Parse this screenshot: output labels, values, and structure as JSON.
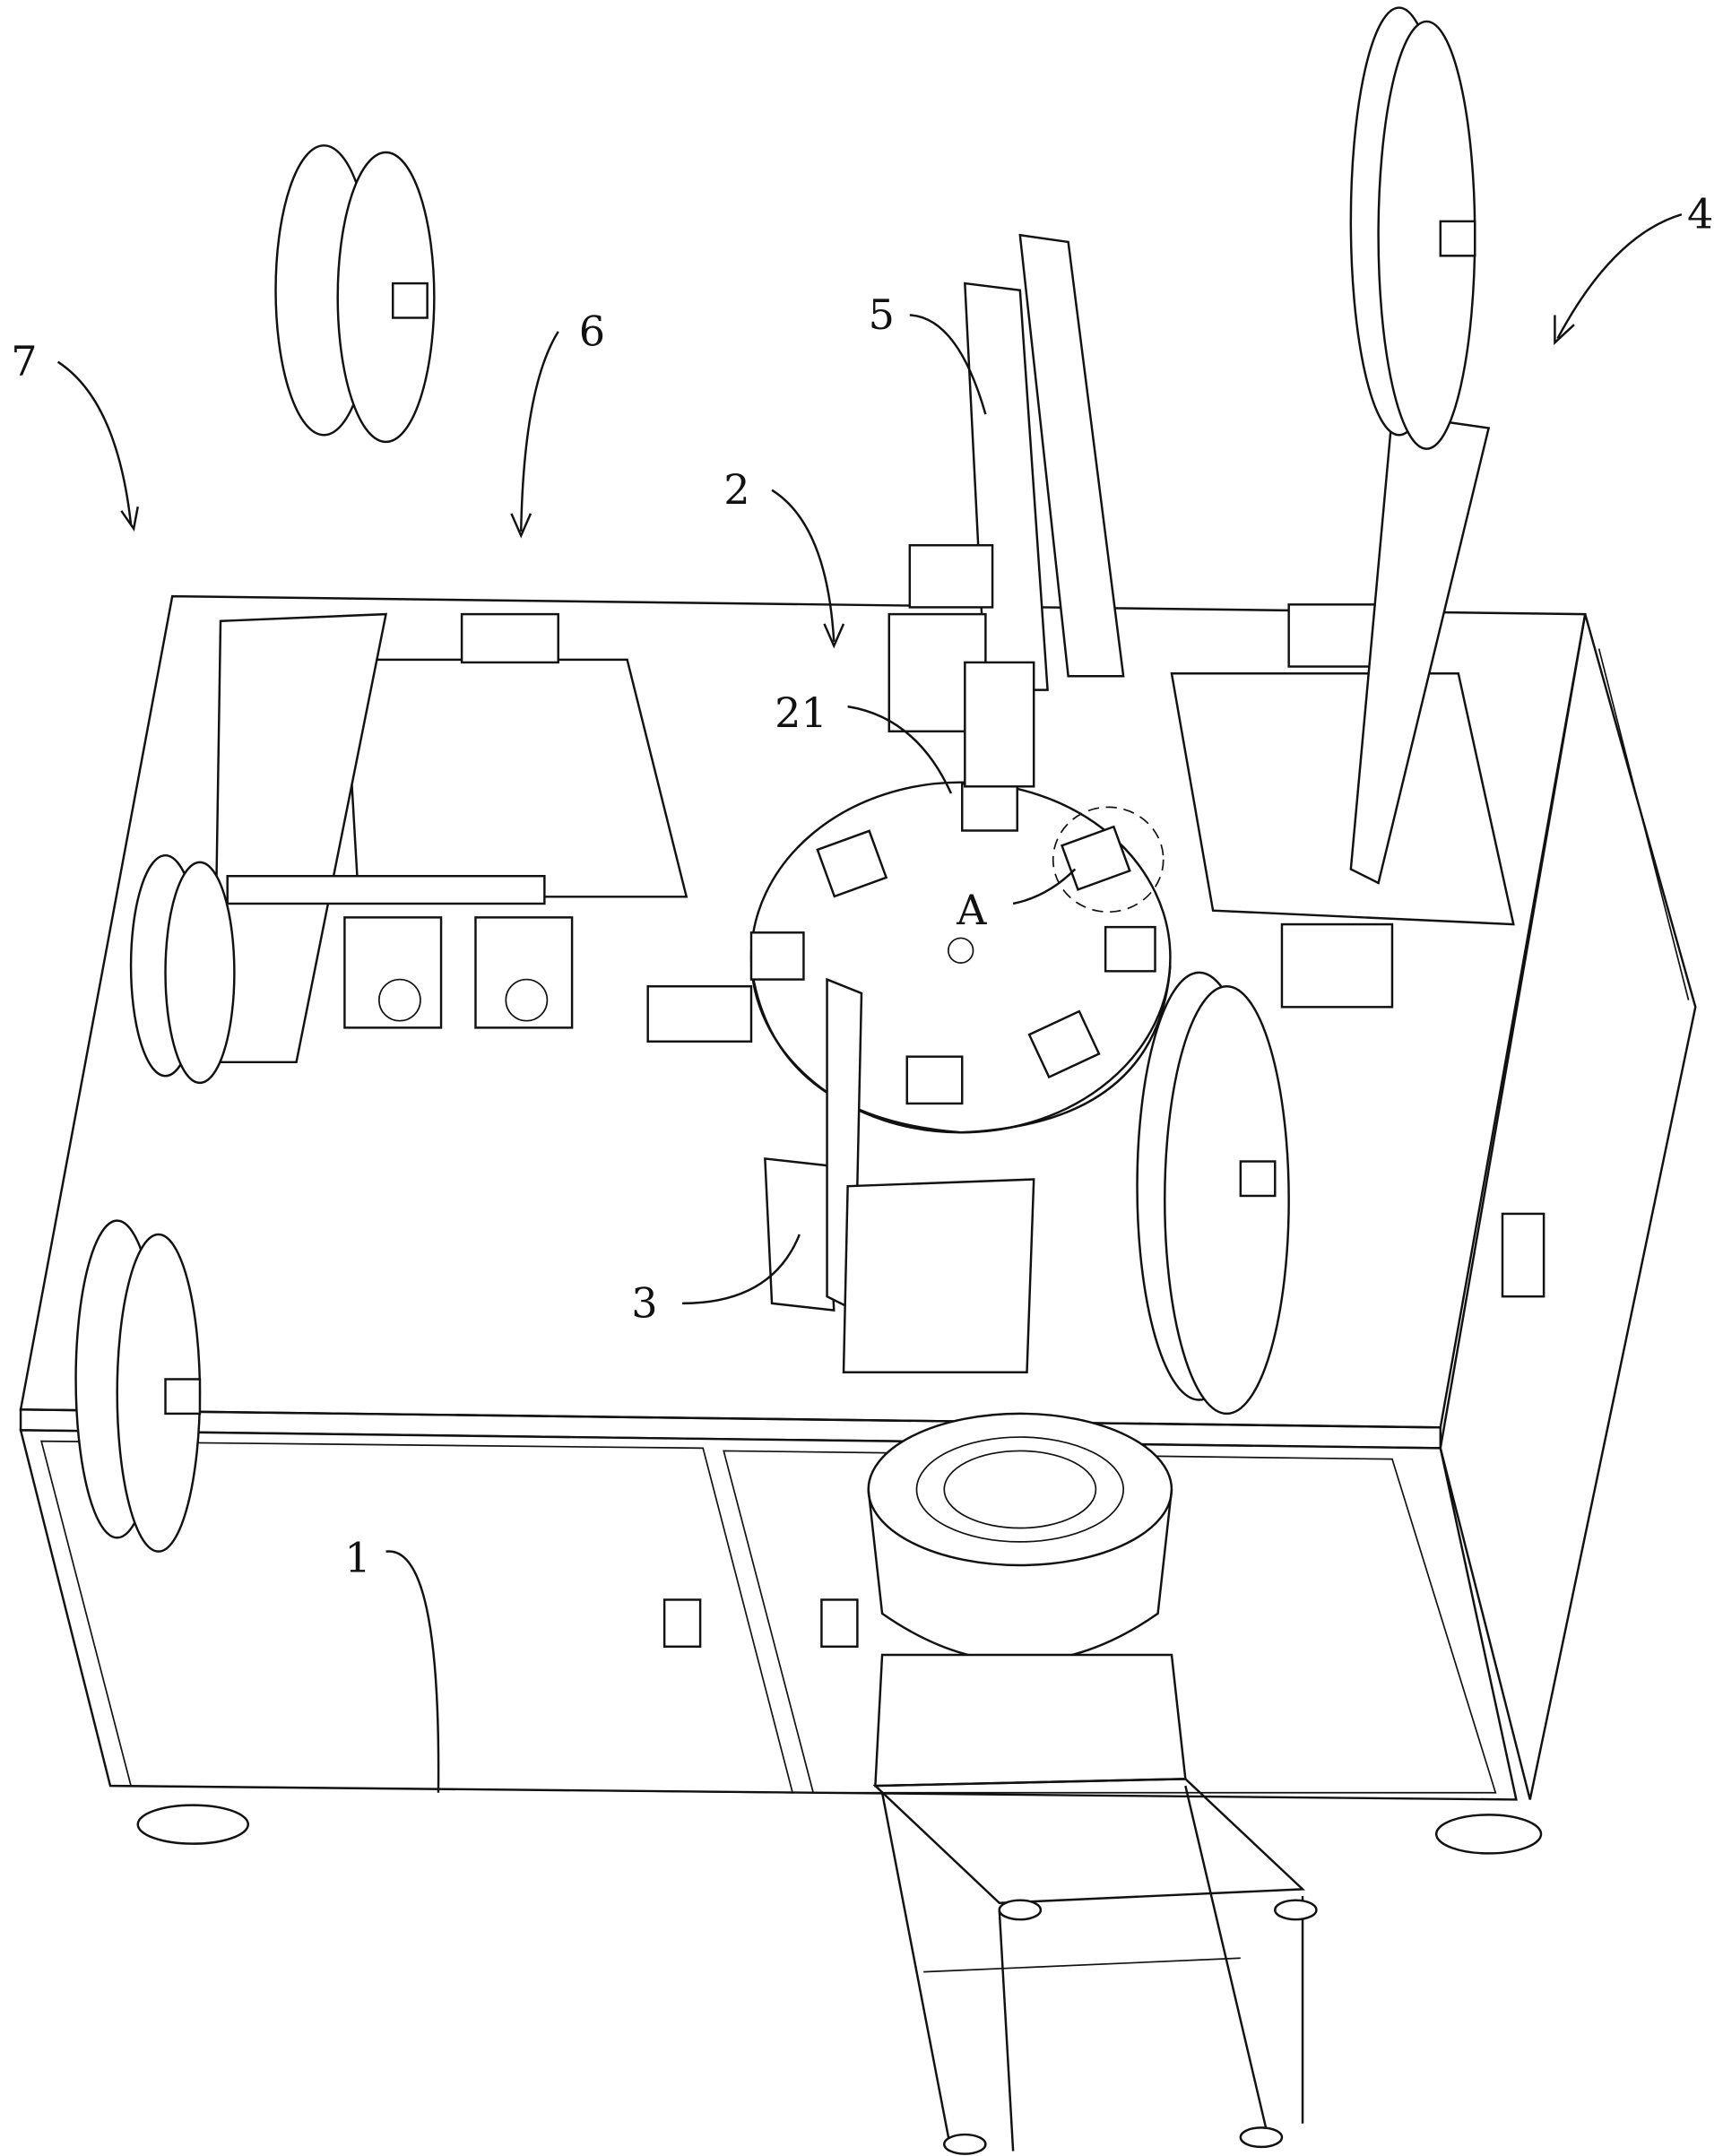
{
  "figure": {
    "labels": {
      "machine_frame": "1",
      "rotary_table_assembly": "2",
      "rotary_plate": "21",
      "station_3": "3",
      "station_4": "4",
      "station_5": "5",
      "station_6": "6",
      "station_7": "7",
      "detail_A": "A"
    }
  }
}
